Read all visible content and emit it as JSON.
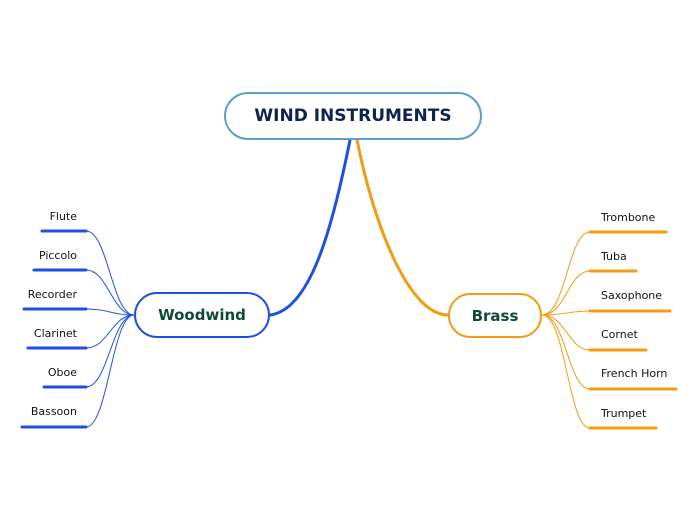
{
  "root": {
    "label": "WIND INSTRUMENTS",
    "border_color": "#5aa0c8"
  },
  "branches": [
    {
      "id": "woodwind",
      "label": "Woodwind",
      "color": "#1d4fe0",
      "children": [
        "Flute",
        "Piccolo",
        "Recorder",
        "Clarinet",
        "Oboe",
        "Bassoon"
      ]
    },
    {
      "id": "brass",
      "label": "Brass",
      "color": "#f39c12",
      "children": [
        "Trombone",
        "Tuba",
        "Saxophone",
        "Cornet",
        "French Horn",
        "Trumpet"
      ]
    }
  ]
}
